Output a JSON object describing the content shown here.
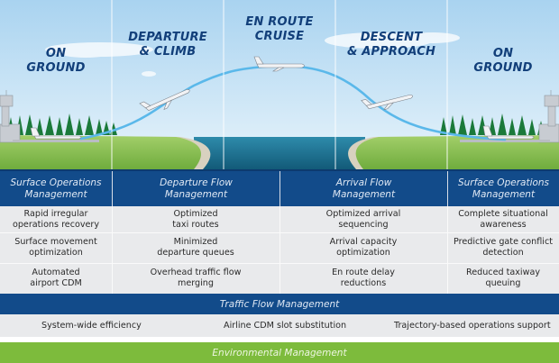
{
  "phases": [
    {
      "id": "on-ground-left",
      "label_lines": [
        "ON",
        "GROUND"
      ]
    },
    {
      "id": "departure-climb",
      "label_lines": [
        "DEPARTURE",
        "& CLIMB"
      ]
    },
    {
      "id": "en-route-cruise",
      "label_lines": [
        "EN ROUTE",
        "CRUISE"
      ]
    },
    {
      "id": "descent-approach",
      "label_lines": [
        "DESCENT",
        "& APPROACH"
      ]
    },
    {
      "id": "on-ground-right",
      "label_lines": [
        "ON",
        "GROUND"
      ]
    }
  ],
  "columns": [
    {
      "header_lines": [
        "Surface Operations",
        "Management"
      ],
      "items": [
        [
          "Rapid irregular",
          "operations recovery"
        ],
        [
          "Surface movement",
          "optimization"
        ],
        [
          "Automated",
          "airport CDM"
        ]
      ]
    },
    {
      "header_lines": [
        "Departure Flow",
        "Management"
      ],
      "items": [
        [
          "Optimized",
          "taxi routes"
        ],
        [
          "Minimized",
          "departure queues"
        ],
        [
          "Overhead traffic flow",
          "merging"
        ]
      ]
    },
    {
      "header_lines": [
        "Arrival Flow",
        "Management"
      ],
      "items": [
        [
          "Optimized arrival",
          "sequencing"
        ],
        [
          "Arrival capacity",
          "optimization"
        ],
        [
          "En route delay",
          "reductions"
        ]
      ]
    },
    {
      "header_lines": [
        "Surface Operations",
        "Management"
      ],
      "items": [
        [
          "Complete situational",
          "awareness"
        ],
        [
          "Predictive gate conflict",
          "detection"
        ],
        [
          "Reduced taxiway",
          "queuing"
        ]
      ]
    }
  ],
  "traffic_flow": {
    "title": "Traffic Flow Management",
    "items": [
      "System-wide efficiency",
      "Airline CDM slot substitution",
      "Trajectory-based operations support"
    ]
  },
  "environmental": {
    "title": "Environmental Management"
  },
  "colors": {
    "header_blue": "#124b8a",
    "row_gray": "#e9eaec",
    "env_green": "#7dbb3c",
    "label_navy": "#123f7a",
    "flight_path": "#5ab8ea",
    "water": "#1f6f8e",
    "grass": "#8cc05a"
  }
}
